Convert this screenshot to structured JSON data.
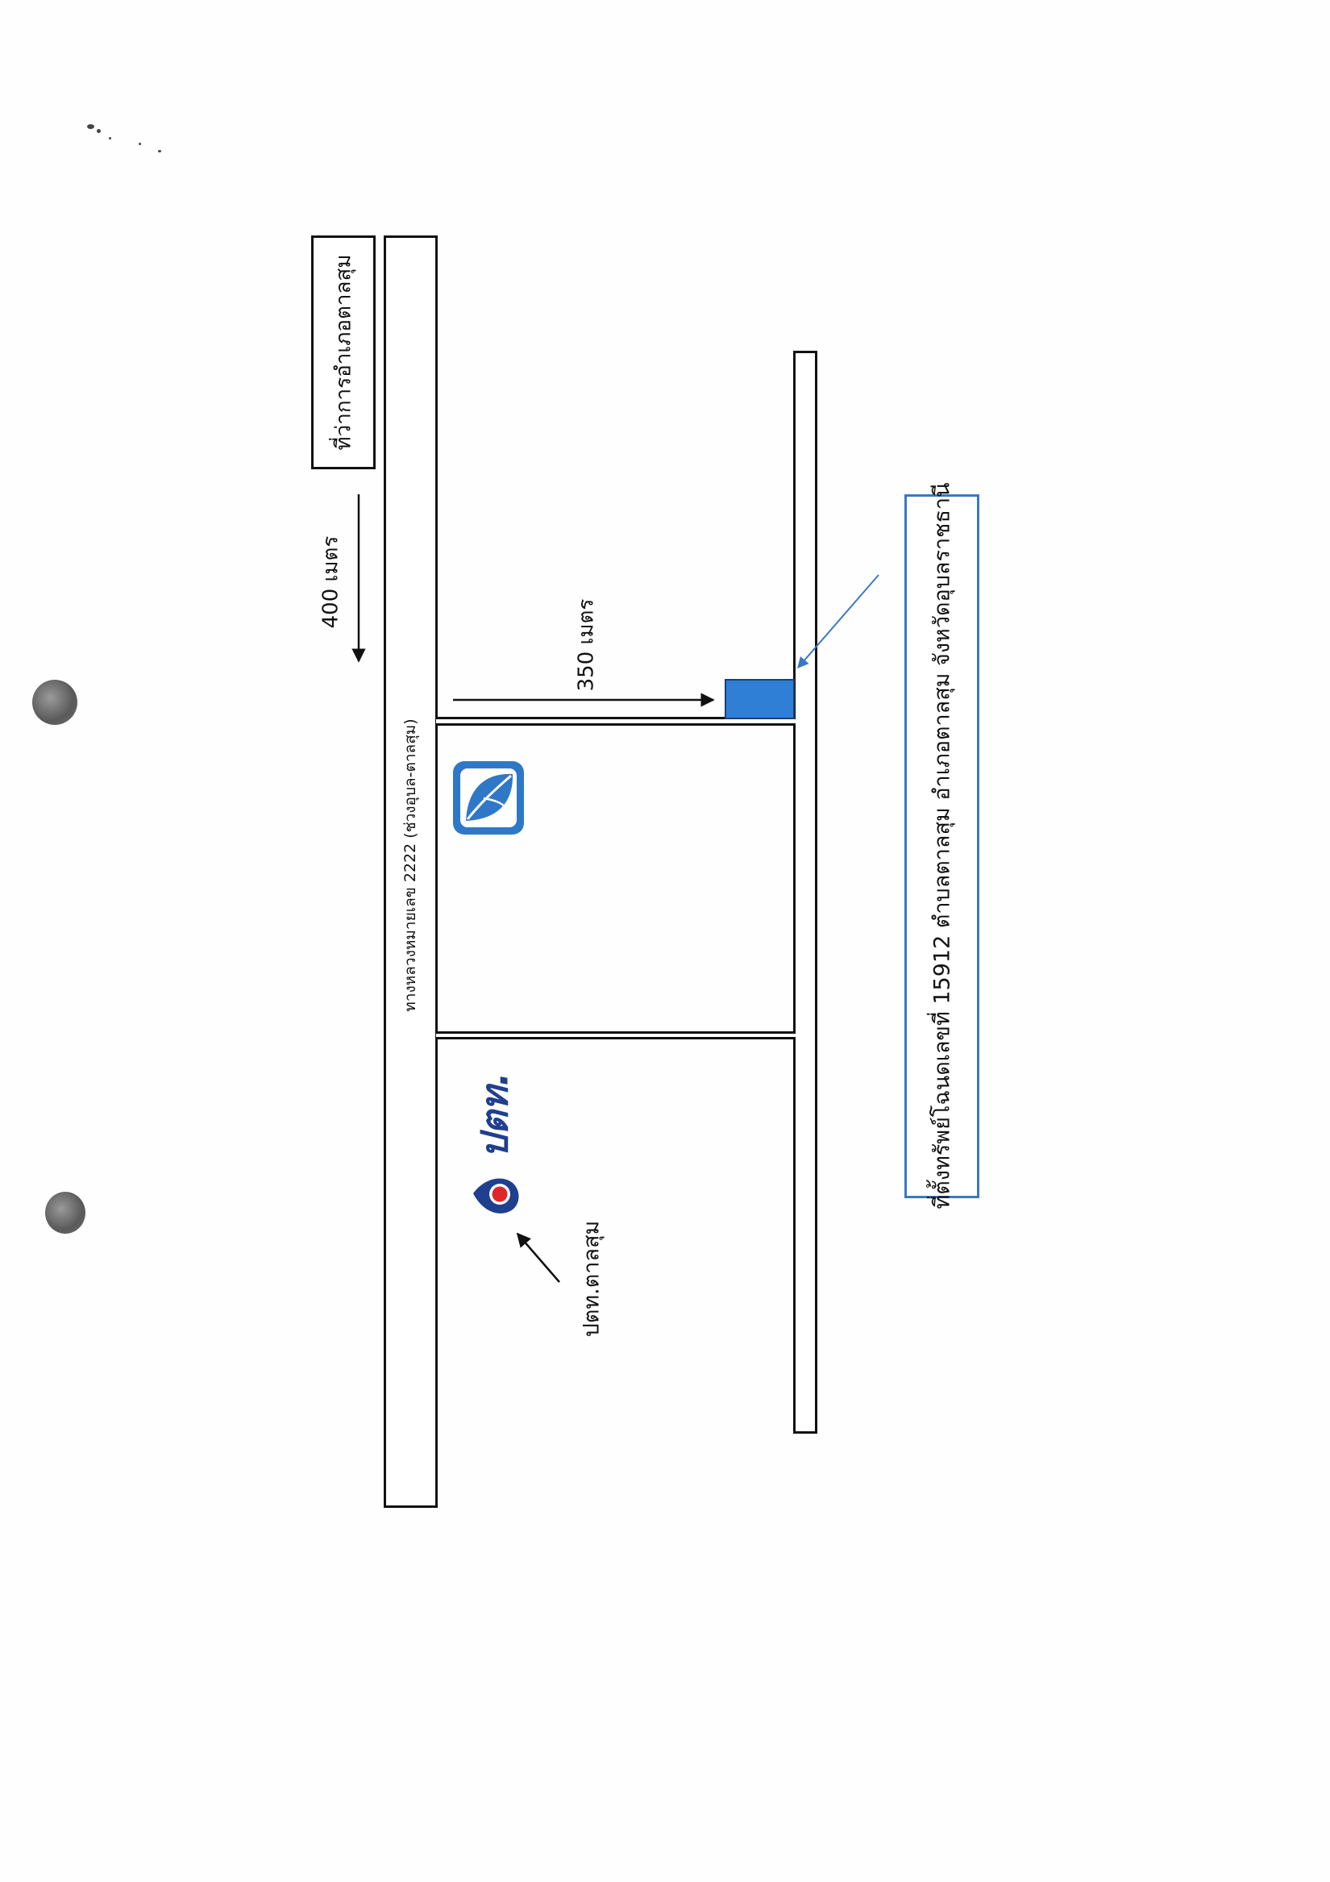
{
  "district_office_label": "ที่ว่าการอำเภอตาลสุม",
  "distance_to_office": "400 เมตร",
  "highway_label": "ทางหลวงหมายเลข 2222 (ช่วงอุบล-ตาลสุม)",
  "distance_to_property": "350 เมตร",
  "gas_station_label": "ปตท.ตาลสุม",
  "ptt_logo_text": "ปตท.",
  "property_location_label": "ที่ตั้งทรัพย์โฉนดเลขที่ 15912 ตำบลตาลสุม อำเภอตาลสุม จังหวัดอุบลราชธานี",
  "colors": {
    "property_block": "#2f7fd6",
    "callout_border": "#3a78c4",
    "bangchak_logo": "#2f78c8",
    "ptt_blue": "#1f3f8f",
    "ptt_red": "#e0262b"
  },
  "icons": {
    "bangchak": "bangchak-leaf-logo-icon",
    "ptt": "ptt-flame-logo-icon"
  }
}
